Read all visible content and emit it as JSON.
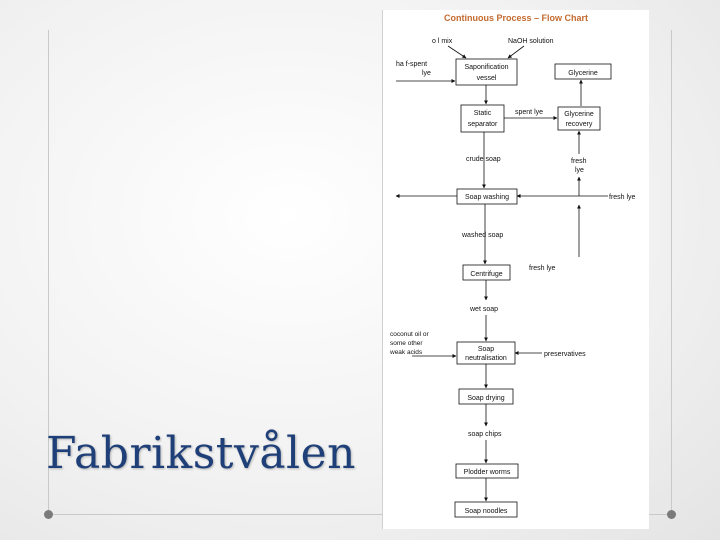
{
  "slide": {
    "title": "Fabrikstvålen"
  },
  "flowchart": {
    "title": "Continuous Process – Flow Chart",
    "inputs": {
      "oil_mix": "o l mix",
      "naoh": "NaOH solution",
      "half_spent_lye_1": "ha f-spent",
      "half_spent_lye_2": "lye",
      "coconut_1": "coconut oil or",
      "coconut_2": "some other",
      "coconut_3": "weak acids",
      "preservatives": "preservatives",
      "fresh_lye_right": "fresh lye",
      "fresh_lye_mid": "fresh lye"
    },
    "boxes": {
      "saponification_1": "Saponification",
      "saponification_2": "vessel",
      "glycerine": "Glycerine",
      "static_1": "Static",
      "static_2": "separator",
      "glyc_recovery_1": "Glycerine",
      "glyc_recovery_2": "recovery",
      "soap_washing": "Soap washing",
      "centrifuge": "Centrifuge",
      "neutral_1": "Soap",
      "neutral_2": "neutralisation",
      "soap_drying": "Soap drying",
      "plodder": "Plodder worms",
      "soap_noodles": "Soap noodles"
    },
    "labels": {
      "spent_lye": "spent lye",
      "fresh_lye_v1": "fresh",
      "fresh_lye_v2": "lye",
      "crude_soap": "crude soap",
      "washed_soap": "washed soap",
      "wet_soap": "wet soap",
      "soap_chips": "soap chips"
    }
  },
  "colors": {
    "title": "#1f3f78",
    "chart_title": "#c46a2e",
    "ink": "#111111",
    "frame": "#c9c9c9",
    "dot": "#7b7b7b"
  }
}
